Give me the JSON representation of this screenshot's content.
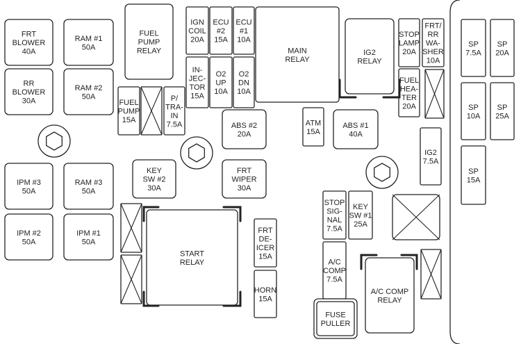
{
  "colors": {
    "stroke": "#222222",
    "background": "#ffffff"
  },
  "components": [
    {
      "id": "frt-blower",
      "lines": [
        "FRT",
        "BLOWER",
        "40A"
      ]
    },
    {
      "id": "ram-1",
      "lines": [
        "RAM #1",
        "50A"
      ]
    },
    {
      "id": "fuel-pump-relay",
      "lines": [
        "FUEL",
        "PUMP",
        "RELAY"
      ]
    },
    {
      "id": "ign-coil",
      "lines": [
        "IGN",
        "COIL",
        "20A"
      ]
    },
    {
      "id": "ecu-2",
      "lines": [
        "ECU",
        "#2",
        "15A"
      ]
    },
    {
      "id": "ecu-1",
      "lines": [
        "ECU",
        "#1",
        "10A"
      ]
    },
    {
      "id": "main-relay",
      "lines": [
        "MAIN",
        "RELAY"
      ]
    },
    {
      "id": "ig2-relay",
      "lines": [
        "IG2",
        "RELAY"
      ]
    },
    {
      "id": "stop-lamp",
      "lines": [
        "STOP",
        "LAMP",
        "20A"
      ]
    },
    {
      "id": "frt-rr-washer",
      "lines": [
        "FRT/",
        "RR",
        "WA-",
        "SHER",
        "10A"
      ]
    },
    {
      "id": "sp-7-5a",
      "lines": [
        "SP",
        "7.5A"
      ]
    },
    {
      "id": "sp-20a",
      "lines": [
        "SP",
        "20A"
      ]
    },
    {
      "id": "rr-blower",
      "lines": [
        "RR",
        "BLOWER",
        "30A"
      ]
    },
    {
      "id": "ram-2",
      "lines": [
        "RAM #2",
        "50A"
      ]
    },
    {
      "id": "injector",
      "lines": [
        "IN-",
        "JEC-",
        "TOR",
        "15A"
      ]
    },
    {
      "id": "o2-up",
      "lines": [
        "O2",
        "UP",
        "10A"
      ]
    },
    {
      "id": "o2-dn",
      "lines": [
        "O2",
        "DN",
        "10A"
      ]
    },
    {
      "id": "fuel-heater",
      "lines": [
        "FUEL",
        "HEA-",
        "TER",
        "20A"
      ]
    },
    {
      "id": "sp-10a",
      "lines": [
        "SP",
        "10A"
      ]
    },
    {
      "id": "sp-25a",
      "lines": [
        "SP",
        "25A"
      ]
    },
    {
      "id": "fuel-pump",
      "lines": [
        "FUEL",
        "PUMP",
        "15A"
      ]
    },
    {
      "id": "p-train",
      "lines": [
        "P/",
        "TRA-",
        "IN",
        "7.5A"
      ]
    },
    {
      "id": "abs-2",
      "lines": [
        "ABS #2",
        "20A"
      ]
    },
    {
      "id": "atm",
      "lines": [
        "ATM",
        "15A"
      ]
    },
    {
      "id": "abs-1",
      "lines": [
        "ABS #1",
        "40A"
      ]
    },
    {
      "id": "ig2",
      "lines": [
        "IG2",
        "7.5A"
      ]
    },
    {
      "id": "sp-15a",
      "lines": [
        "SP",
        "15A"
      ]
    },
    {
      "id": "ipm-3",
      "lines": [
        "IPM #3",
        "50A"
      ]
    },
    {
      "id": "ram-3",
      "lines": [
        "RAM #3",
        "50A"
      ]
    },
    {
      "id": "key-sw-2",
      "lines": [
        "KEY",
        "SW #2",
        "30A"
      ]
    },
    {
      "id": "frt-wiper",
      "lines": [
        "FRT",
        "WIPER",
        "30A"
      ]
    },
    {
      "id": "stop-signal",
      "lines": [
        "STOP",
        "SIG-",
        "NAL",
        "7.5A"
      ]
    },
    {
      "id": "key-sw-1",
      "lines": [
        "KEY",
        "SW #1",
        "25A"
      ]
    },
    {
      "id": "ipm-2",
      "lines": [
        "IPM #2",
        "50A"
      ]
    },
    {
      "id": "ipm-1",
      "lines": [
        "IPM #1",
        "50A"
      ]
    },
    {
      "id": "start-relay",
      "lines": [
        "START",
        "RELAY"
      ]
    },
    {
      "id": "frt-deicer",
      "lines": [
        "FRT",
        "DE-",
        "ICER",
        "15A"
      ]
    },
    {
      "id": "ac-comp",
      "lines": [
        "A/C",
        "COMP",
        "7.5A"
      ]
    },
    {
      "id": "ac-comp-relay",
      "lines": [
        "A/C COMP",
        "RELAY"
      ]
    },
    {
      "id": "horn",
      "lines": [
        "HORN",
        "15A"
      ]
    },
    {
      "id": "fuse-puller",
      "lines": [
        "FUSE",
        "PULLER"
      ]
    }
  ]
}
